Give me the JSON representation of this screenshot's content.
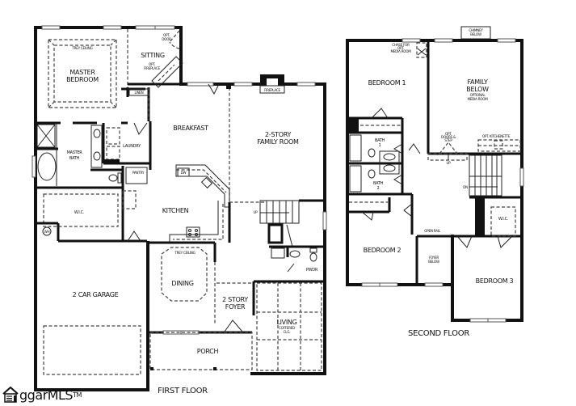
{
  "first_floor": {
    "title": "FIRST FLOOR",
    "rooms": {
      "master_bedroom": [
        "MASTER",
        "BEDROOM"
      ],
      "master_tray": "TREY CEILING",
      "sitting": "SITTING",
      "opt_door": [
        "OPT.",
        "DOOR"
      ],
      "opt_fireplace": [
        "OPT.",
        "FIREPLACE"
      ],
      "linen": "LINEN",
      "breakfast": "BREAKFAST",
      "family_room": [
        "2-STORY",
        "FAMILY ROOM"
      ],
      "fireplace": "FIREPLACE",
      "laundry": "LAUNDRY",
      "master_bath": [
        "MASTER",
        "BATH"
      ],
      "pantry": "PANTRY",
      "dw": "DW",
      "kitchen": "KITCHEN",
      "wic": "W.I.C.",
      "wh": "WH",
      "up": "UP",
      "pwdr": "PWDR",
      "garage": "2 CAR GARAGE",
      "dining": "DINING",
      "dining_tray": "TREY CEILING",
      "foyer": [
        "2 STORY",
        "FOYER"
      ],
      "living": "LIVING",
      "living_ceiling": [
        "COFFERED",
        "CLG."
      ],
      "porch": "PORCH"
    }
  },
  "second_floor": {
    "title": "SECOND FLOOR",
    "rooms": {
      "bedroom1": "BEDROOM 1",
      "chase": [
        "CHASE FOR",
        "OPT.",
        "MEDIA ROOM"
      ],
      "chimney": [
        "CHIMNEY",
        "BELOW"
      ],
      "family_below": [
        "FAMILY",
        "BELOW"
      ],
      "media_room": [
        "OPTIONAL",
        "MEDIA ROOM"
      ],
      "bath1": [
        "BATH",
        "1"
      ],
      "bath2": [
        "BATH",
        "2"
      ],
      "opt_doors": [
        "OPT.",
        "DOORS &",
        "STEP"
      ],
      "opt_kitchenette": "OPT. KITCHENETTE",
      "up": "UP",
      "dn": "DN",
      "wic": "W.I.C.",
      "open_rail": "OPEN RAIL",
      "bedroom2": "BEDROOM 2",
      "foyer_below": [
        "FOYER",
        "BELOW"
      ],
      "bedroom3": "BEDROOM 3"
    }
  },
  "watermark": {
    "brand_suffix": "ggarMLS",
    "tm": "TM"
  }
}
